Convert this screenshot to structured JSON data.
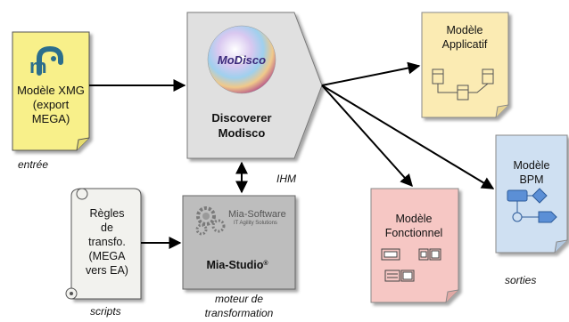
{
  "input": {
    "doc_text": [
      "Modèle XMG",
      "(export",
      "MEGA)"
    ],
    "caption": "entrée",
    "logo_icon": "mega-logo-icon"
  },
  "discoverer": {
    "title": [
      "Discoverer",
      "Modisco"
    ],
    "logo_text": "MoDisco",
    "ihm_label": "IHM"
  },
  "rules": {
    "scroll_text": [
      "Règles",
      "de",
      "transfo.",
      "(MEGA",
      "vers EA)"
    ],
    "caption": "scripts"
  },
  "mia_studio": {
    "logo_text": "Mia-Software",
    "logo_subtitle": "IT Agility Solutions",
    "title": "Mia-Studio",
    "reg_mark": "®",
    "caption": [
      "moteur de",
      "transformation"
    ]
  },
  "outputs": {
    "applicatif": [
      "Modèle",
      "Applicatif"
    ],
    "bpm": [
      "Modèle",
      "BPM"
    ],
    "fonctionnel": [
      "Modèle",
      "Fonctionnel"
    ],
    "caption": "sorties"
  },
  "colors": {
    "input_doc": "#f8f08a",
    "discoverer": "#e0e0e0",
    "mia_studio": "#bdbdbd",
    "scroll": "#f2f2ee",
    "applicatif": "#fbebb3",
    "bpm": "#cfe0f2",
    "fonctionnel": "#f6c7c4",
    "arrow": "#000000"
  }
}
